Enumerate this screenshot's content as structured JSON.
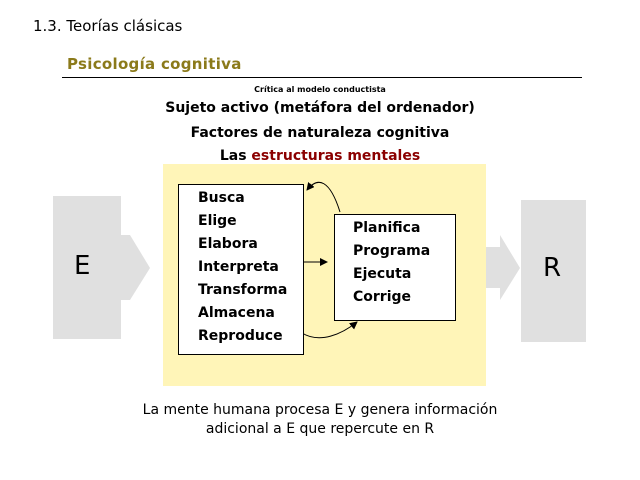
{
  "header": {
    "section": "1.3. Teorías clásicas",
    "title": "Psicología cognitiva"
  },
  "intro": {
    "critic_label": "Crítica al modelo conductista",
    "line1": "Sujeto activo (metáfora del ordenador)",
    "line2": "Factores de naturaleza cognitiva",
    "line3_prefix": "Las ",
    "line3_highlight": "estructuras mentales"
  },
  "diagram": {
    "input_label": "E",
    "output_label": "R",
    "left_items": [
      "Busca",
      "Elige",
      "Elabora",
      "Interpreta",
      "Transforma",
      "Almacena",
      "Reproduce"
    ],
    "right_items": [
      "Planifica",
      "Programa",
      "Ejecuta",
      "Corrige"
    ]
  },
  "footer": {
    "line1": "La mente humana procesa E y genera información",
    "line2": "adicional a E que repercute en R"
  },
  "colors": {
    "heading": "#8b7a1a",
    "highlight": "#8b0000",
    "panel": "#fff5b8",
    "arrow_block": "#e0e0e0"
  }
}
